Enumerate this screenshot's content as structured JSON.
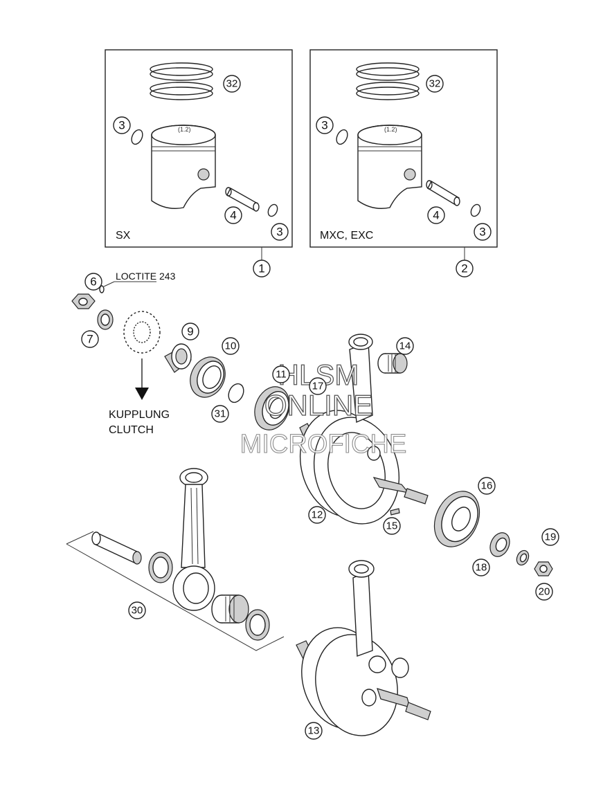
{
  "boxes": {
    "left_label": "SX",
    "right_label": "MXC, EXC"
  },
  "annotations": {
    "loctite": "LOCTITE 243",
    "clutch_de": "KUPPLUNG",
    "clutch_en": "CLUTCH"
  },
  "watermark": {
    "line1": "HLSM",
    "line2": "ONLINE",
    "line3": "MICROFICHE"
  },
  "callouts": {
    "c1": "1",
    "c2": "2",
    "c3": "3",
    "c4": "4",
    "c6": "6",
    "c7": "7",
    "c9": "9",
    "c10": "10",
    "c11": "11",
    "c12": "12",
    "c13": "13",
    "c14": "14",
    "c15": "15",
    "c16": "16",
    "c17": "17",
    "c18": "18",
    "c19": "19",
    "c20": "20",
    "c30": "30",
    "c31": "31",
    "c32": "32"
  },
  "colors": {
    "line": "#222222",
    "background": "#ffffff"
  }
}
